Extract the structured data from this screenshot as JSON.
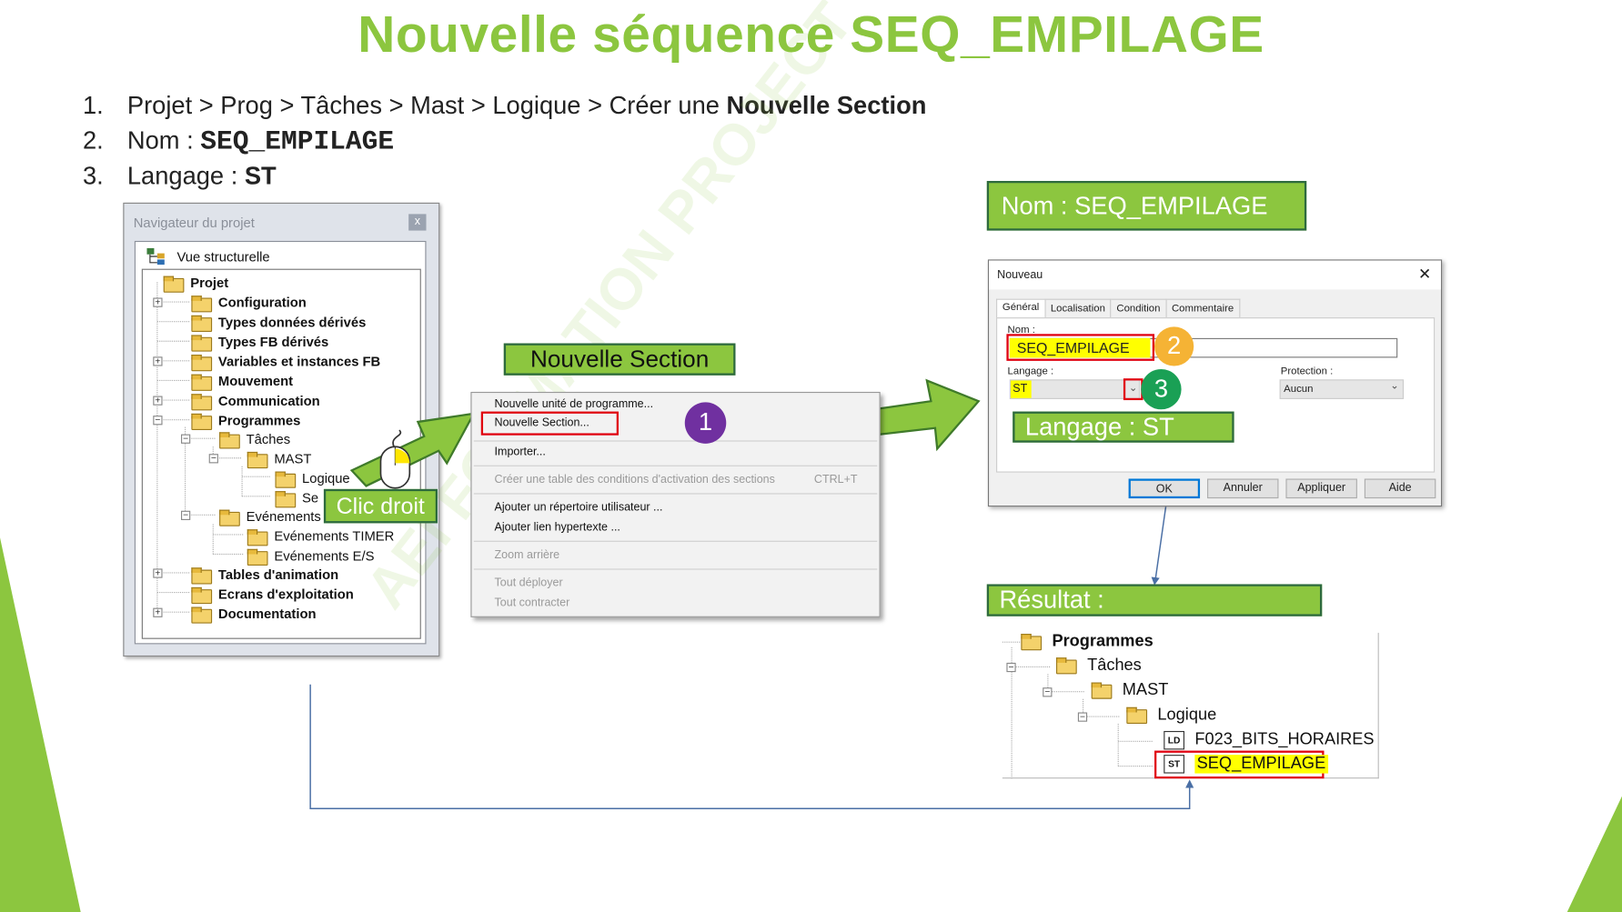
{
  "title": "Nouvelle séquence SEQ_EMPILAGE",
  "steps": [
    {
      "num": "1.",
      "text": "Projet > Prog > Tâches > Mast > Logique > Créer une ",
      "bold": "Nouvelle Section"
    },
    {
      "num": "2.",
      "text": "Nom : ",
      "bold": "SEQ_EMPILAGE"
    },
    {
      "num": "3.",
      "text": "Langage : ",
      "bold": "ST"
    }
  ],
  "navigator": {
    "title": "Navigateur du projet",
    "close": "x",
    "view": "Vue structurelle",
    "items": [
      "Projet",
      "Configuration",
      "Types données dérivés",
      "Types FB dérivés",
      "Variables et instances FB",
      "Mouvement",
      "Communication",
      "Programmes",
      "Tâches",
      "MAST",
      "Logique",
      "Se",
      "Evénements",
      "Evénements TIMER",
      "Evénements E/S",
      "Tables d'animation",
      "Ecrans d'exploitation",
      "Documentation"
    ]
  },
  "labels": {
    "clic_droit": "Clic droit",
    "nouvelle_section": "Nouvelle Section",
    "nom_banner": "Nom : SEQ_EMPILAGE",
    "langage_banner": "Langage : ST",
    "resultat": "Résultat :"
  },
  "context_menu": {
    "items": [
      "Nouvelle unité de programme...",
      "Nouvelle Section...",
      "Importer...",
      "Créer une table des conditions d'activation des sections",
      "Ajouter un répertoire utilisateur ...",
      "Ajouter lien hypertexte ...",
      "Zoom arrière",
      "Tout déployer",
      "Tout contracter"
    ],
    "shortcut": "CTRL+T"
  },
  "dialog": {
    "title": "Nouveau",
    "close": "✕",
    "tabs": [
      "Général",
      "Localisation",
      "Condition",
      "Commentaire"
    ],
    "nom_label": "Nom :",
    "nom_value": "SEQ_EMPILAGE",
    "langage_label": "Langage :",
    "langage_value": "ST",
    "protection_label": "Protection :",
    "protection_value": "Aucun",
    "buttons": [
      "OK",
      "Annuler",
      "Appliquer",
      "Aide"
    ]
  },
  "badges": [
    "1",
    "2",
    "3"
  ],
  "result_tree": {
    "items": [
      "Programmes",
      "Tâches",
      "MAST",
      "Logique",
      "F023_BITS_HORAIRES",
      "SEQ_EMPILAGE"
    ],
    "icons": [
      "LD",
      "ST"
    ]
  },
  "watermark": "AEI FORMATION PROJECT",
  "colors": {
    "accent_green": "#8cc63f",
    "highlight_red": "#e0000f",
    "badge_purple": "#7030a0",
    "badge_orange": "#f5b335",
    "badge_green": "#1aa055",
    "highlight_yellow": "#ffff00"
  }
}
